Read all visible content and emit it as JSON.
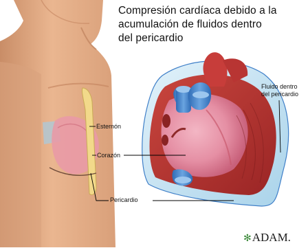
{
  "title": {
    "line1": "Compresión cardíaca debido a la",
    "line2": "acumulación de fluidos dentro",
    "line3": "del pericardio"
  },
  "labels": {
    "esternon": "Esternón",
    "corazon": "Corazón",
    "pericardio": "Pericardio",
    "fluido_line1": "Fluido dentro",
    "fluido_line2": "del pericardio"
  },
  "logo": {
    "mark": "✻",
    "text": "ADAM."
  },
  "colors": {
    "skin": "#e9b48e",
    "heart_red": "#b8332f",
    "pericardial_fluid": "#bfe0f0",
    "vessel_blue": "#3f7fc8",
    "sternum_yellow": "#f2d98a",
    "logo_green": "#3c8a3a"
  }
}
